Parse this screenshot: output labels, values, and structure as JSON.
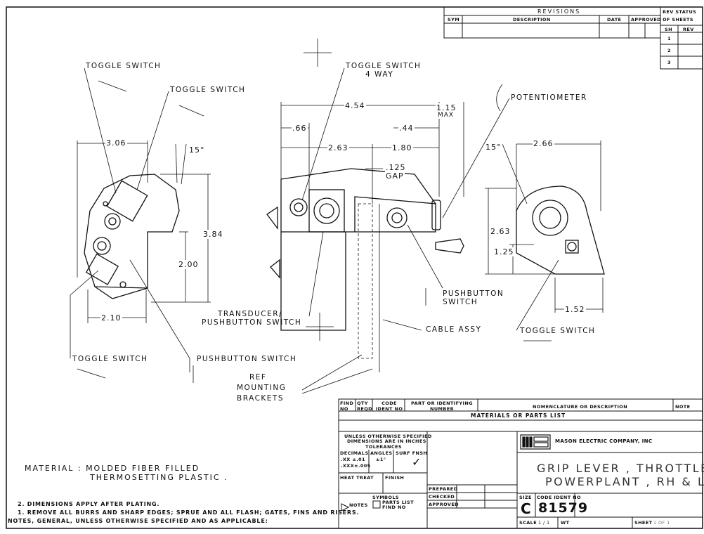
{
  "revisions": {
    "title": "REVISIONS",
    "columns": [
      "SYM",
      "DESCRIPTION",
      "DATE",
      "APPROVED"
    ]
  },
  "rev_status": {
    "title_1": "REV STATUS",
    "title_2": "OF SHEETS",
    "columns": [
      "SH",
      "REV"
    ],
    "sheets": [
      "1",
      "2",
      "3"
    ]
  },
  "labels": {
    "toggle_switch_1": "TOGGLE SWITCH",
    "toggle_switch_2": "TOGGLE SWITCH",
    "toggle_switch_4way_1": "TOGGLE SWITCH",
    "toggle_switch_4way_2": "4 WAY",
    "potentiometer": "POTENTIOMETER",
    "transducer_1": "TRANSDUCER/",
    "transducer_2": "PUSHBUTTON SWITCH",
    "pushbutton_right_1": "PUSHBUTTON",
    "pushbutton_right_2": "SWITCH",
    "cable_assy": "CABLE ASSY",
    "toggle_switch_bottom_left": "TOGGLE SWITCH",
    "pushbutton_bottom": "PUSHBUTTON SWITCH",
    "ref_1": "REF",
    "ref_2": "MOUNTING",
    "ref_3": "BRACKETS",
    "toggle_switch_right": "TOGGLE SWITCH"
  },
  "dimensions": {
    "left_width": "3.06",
    "left_angle": "15°",
    "left_height": "3.84",
    "left_inner_height": "2.00",
    "left_base": "2.10",
    "center_total": "4.54",
    "center_max_1": "1.15",
    "center_max_2": "MAX",
    "center_66": ".66",
    "center_44": ".44",
    "center_263": "2.63",
    "center_180": "1.80",
    "gap_1": ".125",
    "gap_2": "GAP",
    "right_angle": "15°",
    "right_width": "2.66",
    "right_height": "2.63",
    "right_125": "1.25",
    "right_152": "1.52"
  },
  "material": {
    "line1": "MATERIAL : MOLDED FIBER FILLED",
    "line2": "THERMOSETTING PLASTIC ."
  },
  "notes": {
    "note2": "2.  DIMENSIONS APPLY AFTER PLATING.",
    "note1": "1.  REMOVE ALL BURRS AND SHARP EDGES; SPRUE AND ALL FLASH; GATES, FINS AND RISERS.",
    "header": "NOTES, GENERAL, UNLESS OTHERWISE SPECIFIED AND AS APPLICABLE:"
  },
  "parts_list": {
    "columns": [
      "FIND NO",
      "QTY REQD",
      "CODE IDENT NO",
      "PART OR IDENTIFYING NUMBER",
      "NOMENCLATURE OR DESCRIPTION",
      "NOTE"
    ],
    "title": "MATERIALS OR PARTS LIST"
  },
  "title_block": {
    "tol_1": "UNLESS OTHERWISE SPECIFIED",
    "tol_2": "DIMENSIONS ARE IN INCHES",
    "tol_3": "TOLERANCES",
    "decimals": "DECIMALS",
    "angles": "ANGLES",
    "surf": "SURF FNSH",
    "xx": ".XX ±.01",
    "xxx": ".XXX±.005",
    "ang_val": "±1°",
    "check": "✓",
    "heat_treat": "HEAT TREAT",
    "finish": "FINISH",
    "prepared": "PREPARED",
    "checked": "CHECKED",
    "approved": "APPROVED",
    "symbols": "SYMBOLS",
    "notes_sym": "NOTES",
    "parts_sym_1": "PARTS LIST",
    "parts_sym_2": "FIND NO",
    "company": "MASON ELECTRIC COMPANY, INC",
    "title_1": "GRIP  LEVER , THROTTLE ,",
    "title_2": "POWERPLANT , RH & LH",
    "size_label": "SIZE",
    "size": "C",
    "code_label": "CODE IDENT NO",
    "code": "81579",
    "scale_label": "SCALE",
    "scale": "1 / 1",
    "wt_label": "WT",
    "sheet_label": "SHEET",
    "sheet": "1  OF  1"
  }
}
